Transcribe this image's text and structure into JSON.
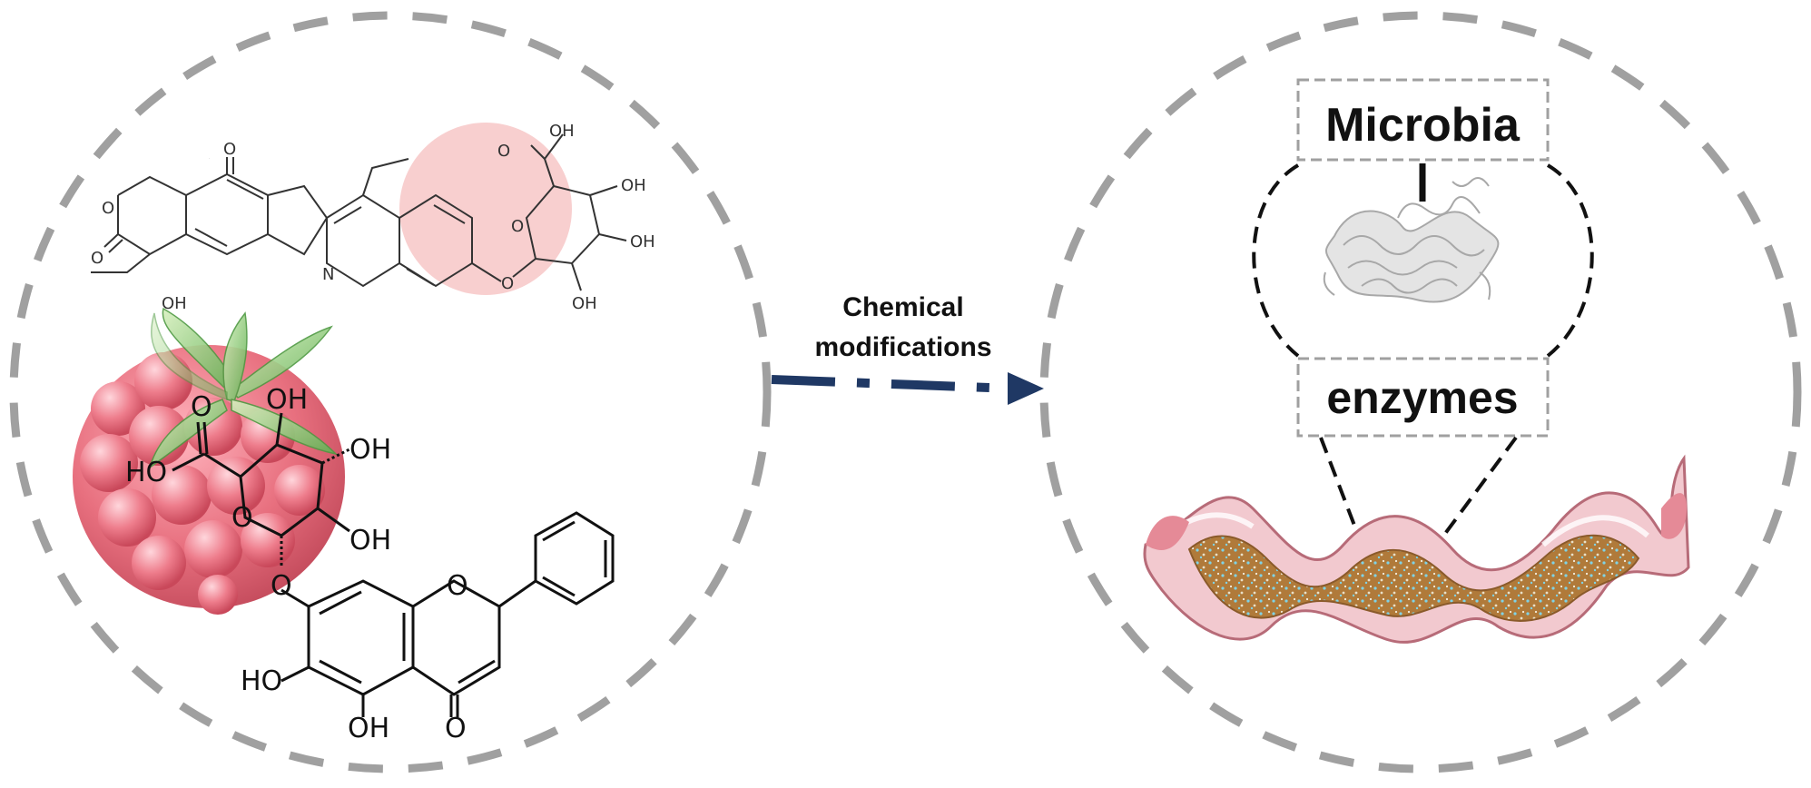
{
  "arrow_label": {
    "line1": "Chemical",
    "line2": "modifications"
  },
  "right_panel": {
    "top_label": "Microbia",
    "bottom_label": "enzymes"
  },
  "glucuronide_small": {
    "oh_1": "OH",
    "o_1": "O",
    "oh_2": "OH",
    "oh_3": "OH",
    "oh_4": "OH",
    "o_ring": "O",
    "o_link": "O",
    "n": "N",
    "o_lactone_ring": "O",
    "o_carbonyl_1": "O",
    "o_carbonyl_2": "O",
    "o_carbonyl_3": "O",
    "oh_5": "OH"
  },
  "glucuronide_large": {
    "o_acid": "O",
    "ho_acid": "HO",
    "oh_top": "OH",
    "oh_right1": "OH",
    "oh_right2": "OH",
    "o_ring": "O",
    "o_link": "O",
    "o_flavone": "O",
    "ho_a": "HO",
    "oh_bottom": "OH",
    "o_ketone": "O"
  },
  "colors": {
    "dashed_circle": "#a0a0a0",
    "arrow": "#1f3864",
    "highlight": "#f4b6b6",
    "raspberry": "#e86a7a",
    "leaf": "#7ac46a",
    "intestine_wall": "#f2c9cf",
    "lumen": "#b07a3a"
  },
  "icons": [
    "raspberry-icon",
    "protein-structure-icon",
    "intestine-icon"
  ]
}
